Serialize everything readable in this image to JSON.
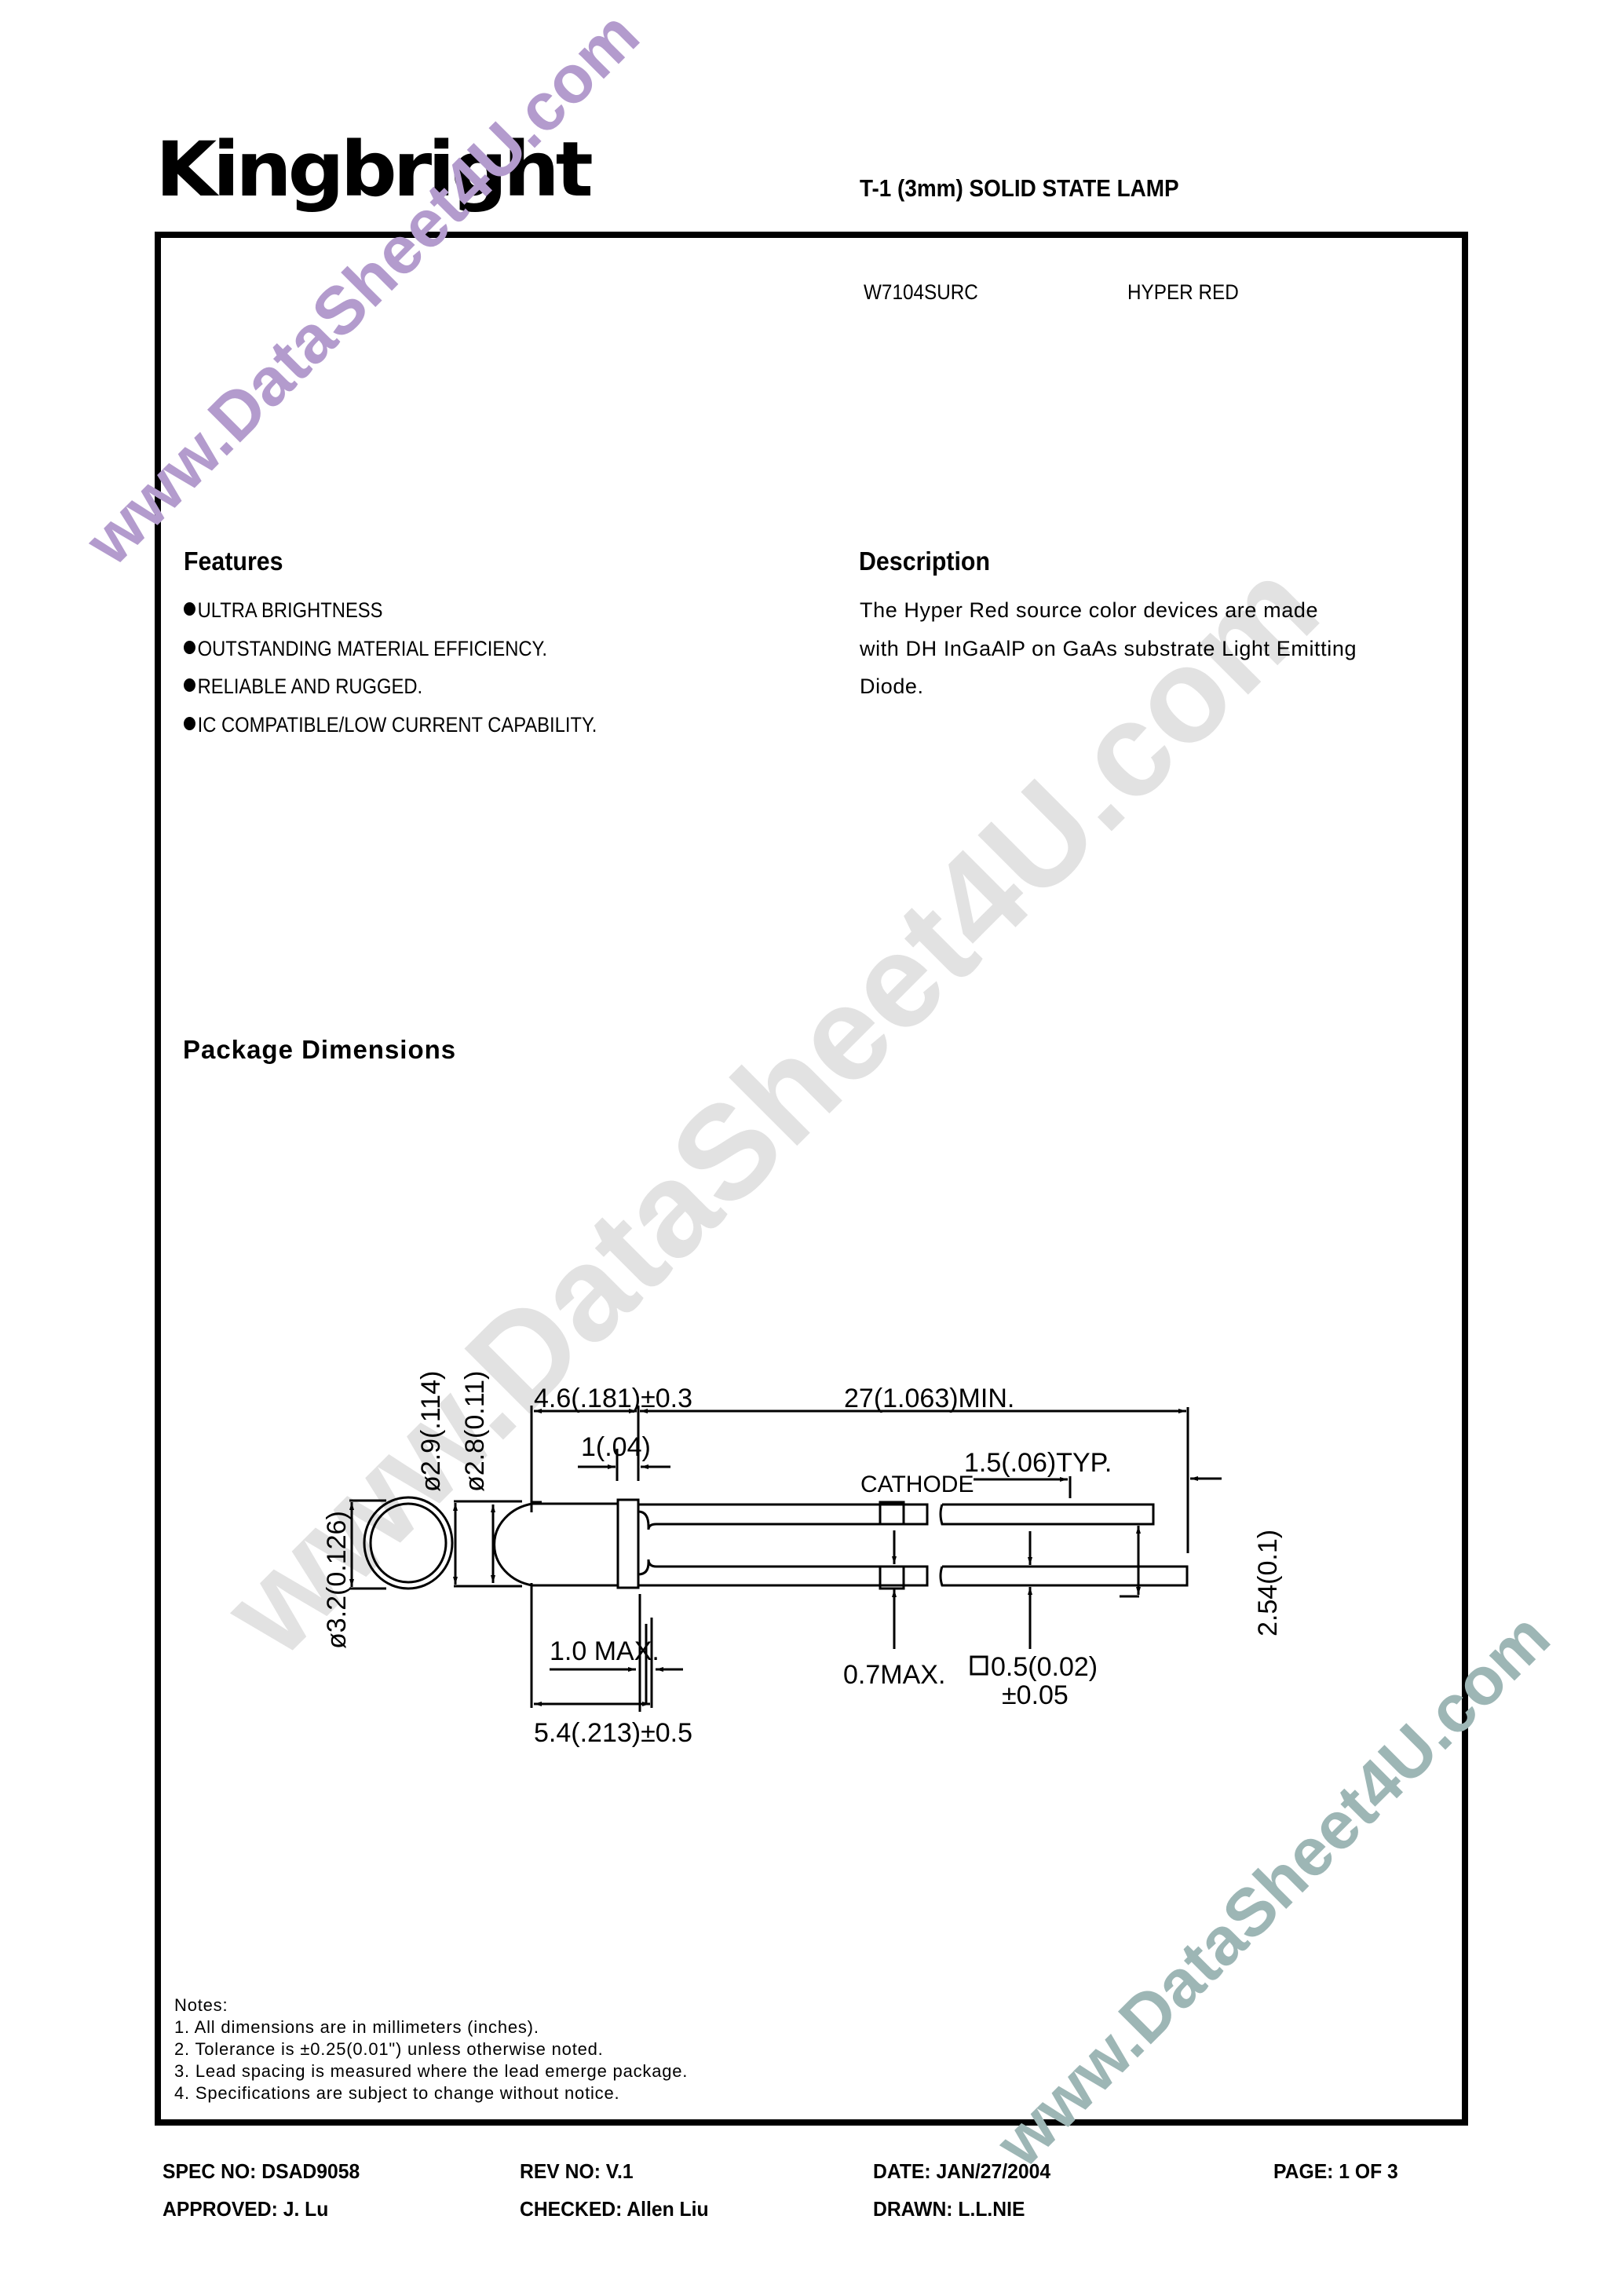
{
  "header": {
    "brand": "Kingbright",
    "title": "T-1 (3mm) SOLID STATE LAMP"
  },
  "part": {
    "number": "W7104SURC",
    "color": "HYPER  RED"
  },
  "features": {
    "heading": "Features",
    "items": [
      "ULTRA BRIGHTNESS",
      "OUTSTANDING MATERIAL EFFICIENCY.",
      "RELIABLE AND RUGGED.",
      "IC COMPATIBLE/LOW CURRENT CAPABILITY."
    ]
  },
  "description": {
    "heading": "Description",
    "lines": [
      "The Hyper Red source color devices are made",
      "with DH InGaAlP on GaAs substrate Light Emitting",
      "Diode."
    ]
  },
  "package": {
    "heading": "Package Dimensions",
    "dimensions": {
      "dia_flange": "ø3.2(0.126)",
      "dia_body_max": "ø2.9(.114)",
      "dia_body_min": "ø2.8(0.11)",
      "body_length": "4.6(.181)±0.3",
      "flange_thickness": "1(.04)",
      "lead_length": "27(1.063)MIN.",
      "lead_offset": "1.5(.06)TYP.",
      "cathode_label": "CATHODE",
      "lead_spacing": "2.54(0.1)",
      "resin_max": "1.0  MAX.",
      "lead_bulge": "0.7MAX.",
      "lead_square": "0.5(0.02)",
      "lead_square_tol": "±0.05",
      "overall_length": "5.4(.213)±0.5"
    }
  },
  "notes": {
    "heading": "Notes:",
    "items": [
      "1. All dimensions are in millimeters (inches).",
      "2. Tolerance is ±0.25(0.01\") unless otherwise noted.",
      "3. Lead spacing is measured where the lead emerge package.",
      "4. Specifications are subject to change without notice."
    ]
  },
  "footer": {
    "spec_no": "SPEC NO: DSAD9058",
    "rev_no": "REV NO: V.1",
    "date": "DATE: JAN/27/2004",
    "page": "PAGE:  1 OF 3",
    "approved": "APPROVED: J. Lu",
    "checked": "CHECKED: Allen Liu",
    "drawn": "DRAWN: L.L.NIE"
  },
  "watermarks": {
    "purple": "www.DataSheet4U.com",
    "gray": "www.DataSheet4U.com",
    "teal": "www.DataSheet4U.com"
  },
  "colors": {
    "watermark_purple": "#b39bcd",
    "watermark_gray": "#e2e2e2",
    "watermark_teal": "#9db6b5",
    "ink": "#000000"
  }
}
